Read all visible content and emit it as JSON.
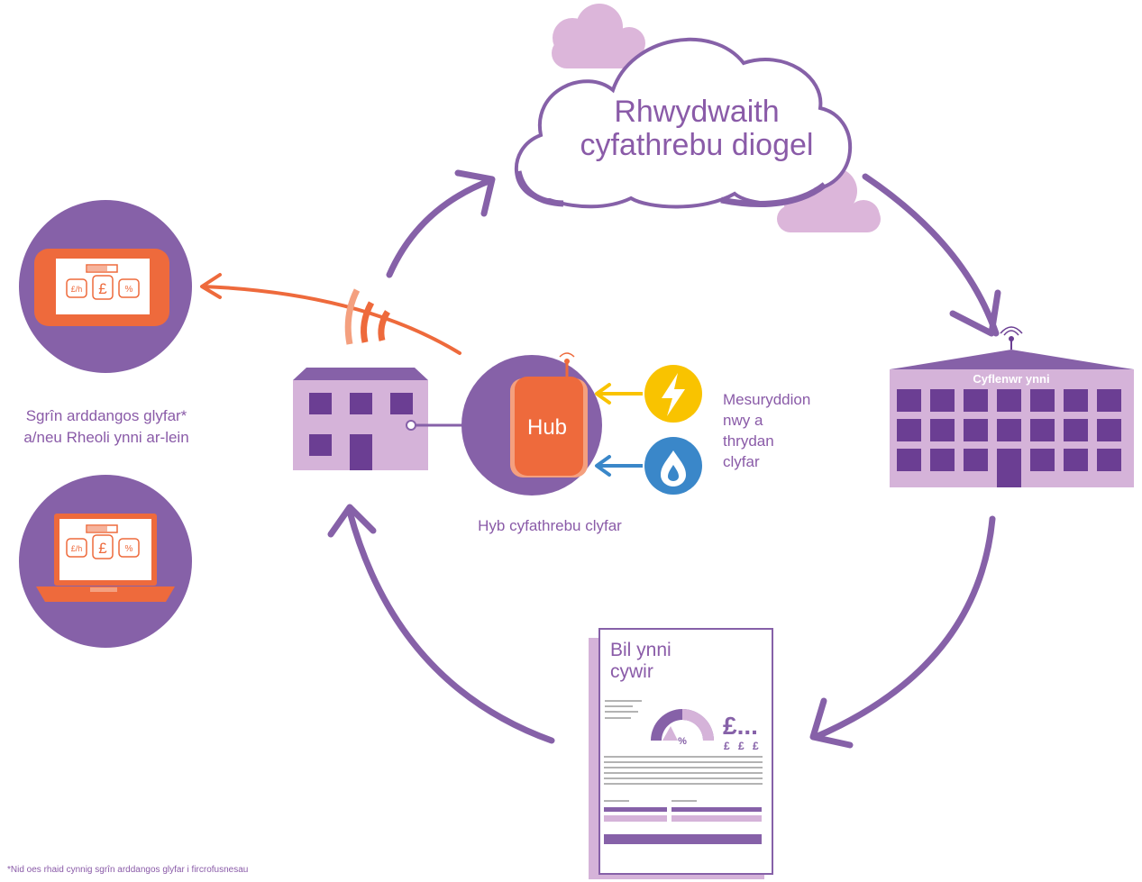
{
  "cloud": {
    "line1": "Rhwydwaith",
    "line2": "cyfathrebu diogel"
  },
  "hub": {
    "label": "Hub",
    "caption": "Hyb cyfathrebu clyfar"
  },
  "meters": {
    "line1": "Mesuryddion",
    "line2": "nwy a",
    "line3": "thrydan",
    "line4": "clyfar",
    "electricity_icon": "lightning-bolt-icon",
    "gas_icon": "gas-drop-icon"
  },
  "display": {
    "line1": "Sgrîn arddangos glyfar*",
    "line2": "a/neu Rheoli ynni ar-lein",
    "btn_rate": "£/h",
    "btn_cost": "£",
    "btn_percent": "%"
  },
  "supplier": {
    "label": "Cyflenwr ynni"
  },
  "bill": {
    "line1": "Bil ynni",
    "line2": "cywir",
    "amount": "£...",
    "sub_amounts": "£ £ £",
    "percent": "%"
  },
  "footnote": "*Nid oes rhaid cynnig sgrîn arddangos glyfar i fircrofusnesau",
  "colors": {
    "purple": "#8661a8",
    "light_purple": "#d5b3d9",
    "dark_purple": "#6b3e93",
    "orange": "#ee6a3c",
    "yellow": "#f9c300",
    "blue": "#3a87c9"
  }
}
